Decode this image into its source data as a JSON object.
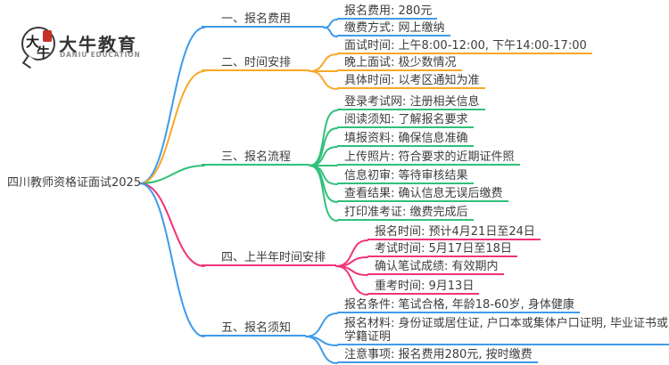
{
  "logo": {
    "badge_char_top": "大",
    "badge_char_bottom": "牛",
    "title": "大牛教育",
    "subtitle": "DANIU EDUCATION"
  },
  "root": {
    "label": "四川教师资格证面试2025"
  },
  "colors": {
    "blue": "#3f9bea",
    "orange": "#f9a826",
    "green": "#30c07a",
    "pink": "#f0337a",
    "text": "#3d3d3d",
    "logo_seal_red": "#c5322b"
  },
  "branches": [
    {
      "label": "一、报名费用",
      "color": "#3f9bea",
      "children": [
        "报名费用: 280元",
        "缴费方式: 网上缴纳"
      ]
    },
    {
      "label": "二、时间安排",
      "color": "#f9a826",
      "children": [
        "面试时间: 上午8:00-12:00, 下午14:00-17:00",
        "晚上面试: 极少数情况",
        "具体时间: 以考区通知为准"
      ]
    },
    {
      "label": "三、报名流程",
      "color": "#30c07a",
      "children": [
        "登录考试网: 注册相关信息",
        "阅读须知: 了解报名要求",
        "填报资料: 确保信息准确",
        "上传照片: 符合要求的近期证件照",
        "信息初审: 等待审核结果",
        "查看结果: 确认信息无误后缴费",
        "打印准考证: 缴费完成后"
      ]
    },
    {
      "label": "四、上半年时间安排",
      "color": "#f0337a",
      "children": [
        "报名时间: 预计4月21日至24日",
        "考试时间: 5月17日至18日",
        "确认笔试成绩: 有效期内",
        "重考时间: 9月13日"
      ]
    },
    {
      "label": "五、报名须知",
      "color": "#3f9bea",
      "children": [
        "报名条件: 笔试合格, 年龄18-60岁, 身体健康",
        "报名材料: 身份证或居住证, 户口本或集体户口证明, 毕业证书或学籍证明",
        "注意事项: 报名费用280元, 按时缴费"
      ]
    }
  ]
}
